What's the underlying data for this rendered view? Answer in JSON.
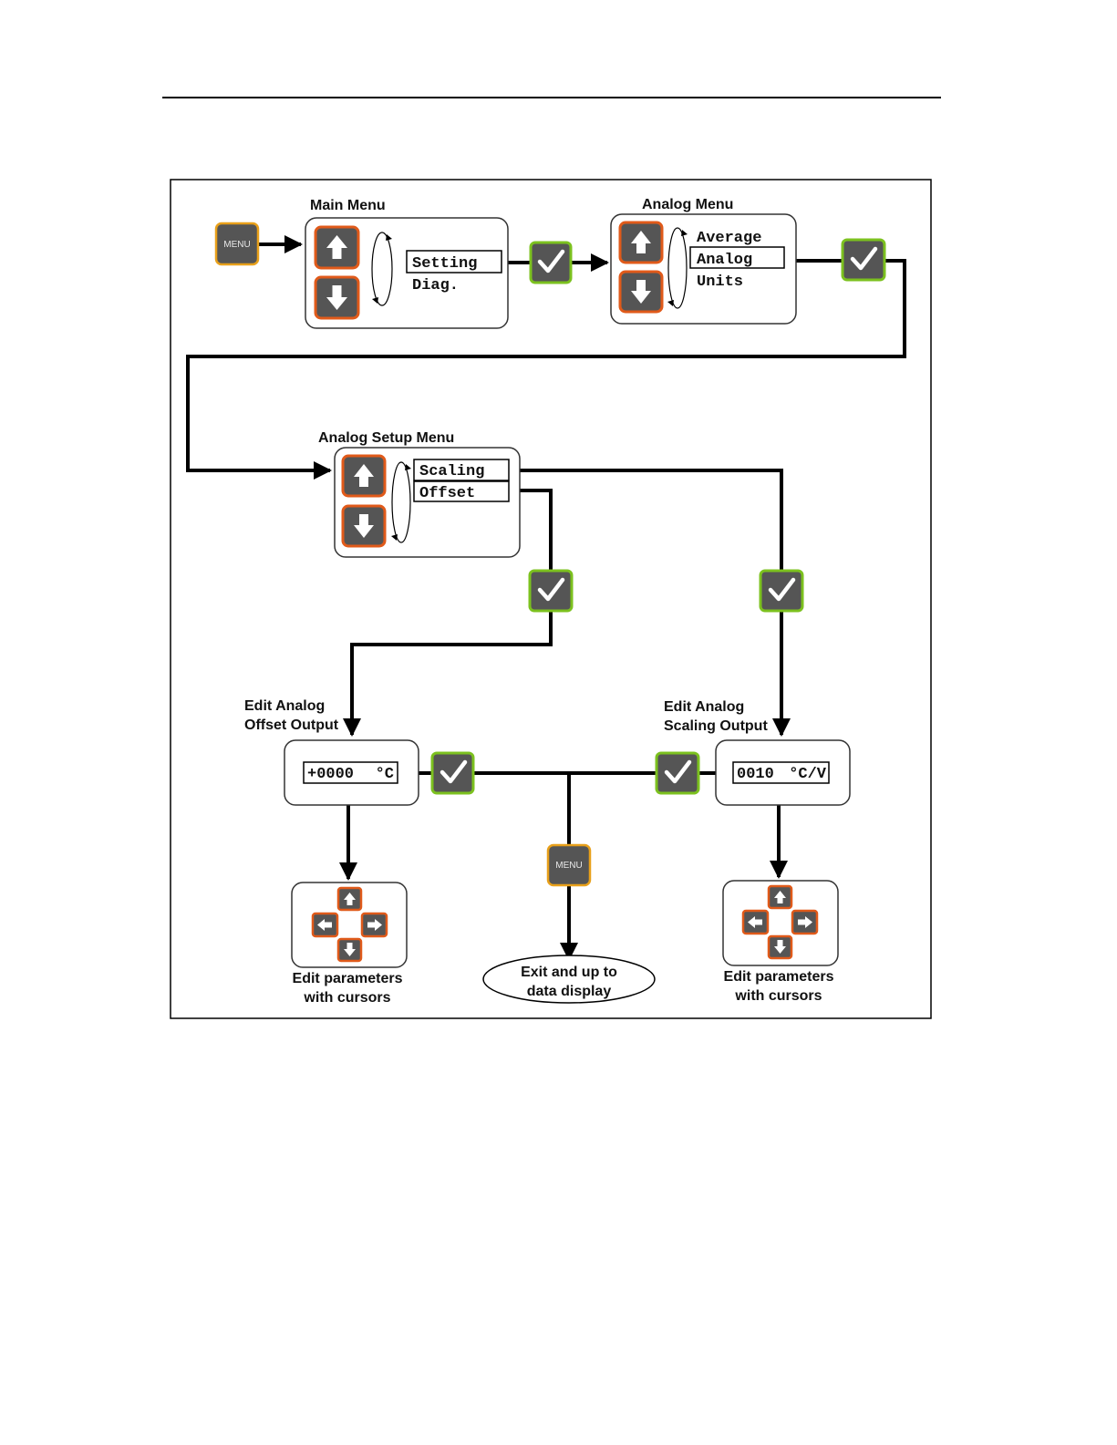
{
  "labels": {
    "main_menu": "Main Menu",
    "analog_menu": "Analog Menu",
    "analog_setup_menu": "Analog Setup Menu",
    "edit_offset_line1": "Edit Analog",
    "edit_offset_line2": "Offset Output",
    "edit_scaling_line1": "Edit Analog",
    "edit_scaling_line2": "Scaling Output",
    "edit_params_left_line1": "Edit parameters",
    "edit_params_left_line2": "with cursors",
    "edit_params_right_line1": "Edit parameters",
    "edit_params_right_line2": "with cursors",
    "exit_line1": "Exit and up to",
    "exit_line2": "data display"
  },
  "main_menu": {
    "selected": "Setting",
    "other": "Diag."
  },
  "analog_menu": {
    "item1": "Average",
    "selected": "Analog",
    "item3": "Units"
  },
  "analog_setup_menu": {
    "item1": "Scaling",
    "item2": "Offset"
  },
  "offset_display": {
    "value": "+0000",
    "unit": "°C"
  },
  "scaling_display": {
    "value": "0010",
    "unit": "°C/V"
  },
  "buttons": {
    "menu_label": "MENU"
  },
  "icons": {
    "menu": "menu-button-icon",
    "enter": "check-icon",
    "up": "arrow-up-icon",
    "down": "arrow-down-icon",
    "left": "arrow-left-icon",
    "right": "arrow-right-icon",
    "cycle": "cycle-arrows-icon"
  },
  "colors": {
    "button_fill": "#555555",
    "arrow_button_border": "#e05a1a",
    "enter_button_border": "#7cc11f",
    "menu_button_border": "#e8a01a"
  }
}
